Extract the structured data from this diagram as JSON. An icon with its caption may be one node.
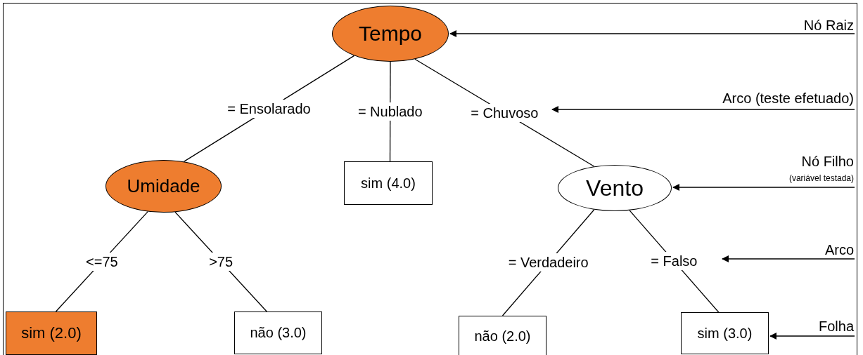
{
  "diagram": {
    "nodes": [
      {
        "text": [
          "Tempo"
        ]
      },
      {
        "text": [
          "Umidade"
        ]
      },
      {
        "text": [
          "sim (4.0)"
        ]
      },
      {
        "text": [
          "Vento"
        ]
      },
      {
        "text": [
          "sim (2.0)"
        ]
      },
      {
        "text": [
          "não (3.0)"
        ]
      },
      {
        "text": [
          "não (2.0)"
        ]
      },
      {
        "text": [
          "sim (3.0)"
        ]
      },
      {
        "text": [
          "Nó Raiz"
        ]
      },
      {
        "text": [
          "Arco (teste efetuado)"
        ]
      },
      {
        "text": [
          "Nó Filho"
        ],
        "beside": [
          "(variável testada)"
        ]
      },
      {
        "text": [
          "Arco"
        ]
      },
      {
        "text": [
          "Folha"
        ]
      }
    ],
    "edges": [
      {
        "from": 0,
        "to": 1,
        "arrow": "none",
        "label": "= Ensolarado"
      },
      {
        "from": 0,
        "to": 2,
        "arrow": "none",
        "label": "= Nublado"
      },
      {
        "from": 0,
        "to": 3,
        "arrow": "none",
        "label": "= Chuvoso"
      },
      {
        "from": 1,
        "to": 4,
        "arrow": "none",
        "label": "<=75"
      },
      {
        "from": 1,
        "to": 5,
        "arrow": "none",
        "label": ">75"
      },
      {
        "from": 3,
        "to": 6,
        "arrow": "none",
        "label": "= Verdadeiro"
      },
      {
        "from": 3,
        "to": 7,
        "arrow": "none",
        "label": "= Falso"
      },
      {
        "from": 8,
        "to": 0,
        "arrow": "to"
      },
      {
        "from": 9,
        "to": null,
        "arrow": "to"
      },
      {
        "from": 10,
        "to": 3,
        "arrow": "to"
      },
      {
        "from": 11,
        "to": null,
        "arrow": "to"
      },
      {
        "from": 12,
        "to": 7,
        "arrow": "to"
      }
    ]
  }
}
